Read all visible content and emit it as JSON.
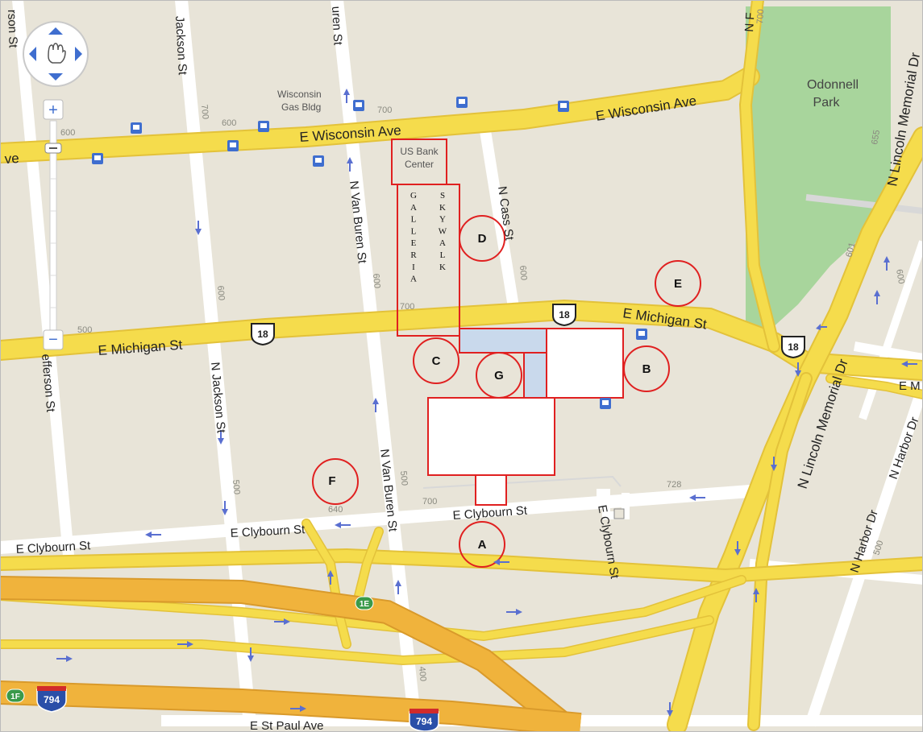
{
  "streets": {
    "wisconsin_ave": "E Wisconsin Ave",
    "wisconsin_ave_left": "ve",
    "michigan_st": "E Michigan St",
    "clybourn_st": "E Clybourn St",
    "clybourn_loop": "E Clybourn St",
    "st_paul_ave": "E St Paul Ave",
    "jackson_st": "Jackson St",
    "n_jackson_st": "N Jackson St",
    "n_van_buren_st": "N Van Buren St",
    "buren_st": "uren St",
    "cass_st": "N Cass St",
    "jefferson_st": "efferson St",
    "rson_st": "rson St",
    "lincoln_memorial_dr": "N Lincoln Memorial Dr",
    "harbor_dr": "N Harbor Dr",
    "em": "E M",
    "nf": "N F"
  },
  "numbers": {
    "n600a": "600",
    "n700a": "700",
    "n600b": "600",
    "n700b": "700",
    "n500a": "500",
    "n600c": "600",
    "n600d": "600",
    "n700c": "700",
    "n600e": "600",
    "n500b": "500",
    "n500c": "500",
    "n640": "640",
    "n700d": "700",
    "n728": "728",
    "n400": "400",
    "n655": "655",
    "n601": "601",
    "n600f": "600",
    "n500d": "500",
    "n700e": "700"
  },
  "pois": {
    "wisconsin_gas_line1": "Wisconsin",
    "wisconsin_gas_line2": "Gas Bldg",
    "park_line1": "Odonnell",
    "park_line2": "Park",
    "us_bank_line1": "US Bank",
    "us_bank_line2": "Center"
  },
  "skywalk": {
    "galleria": [
      "G",
      "A",
      "L",
      "L",
      "E",
      "R",
      "I",
      "A"
    ],
    "skywalk": [
      "S",
      "K",
      "Y",
      "W",
      "A",
      "L",
      "K"
    ]
  },
  "markers": [
    "A",
    "B",
    "C",
    "D",
    "E",
    "F",
    "G"
  ],
  "shields": {
    "us18": "18",
    "i794": "794",
    "exit1e": "1E",
    "exit1f": "1F"
  },
  "colors": {
    "land": "#e8e4d8",
    "road": "#ffffff",
    "highway": "#f5dc4c",
    "highway_dark": "#e3c23a",
    "interstate": "#f0b33c",
    "park": "#a8d59c",
    "marker": "#e02020",
    "blue": "#3f6ecf"
  }
}
